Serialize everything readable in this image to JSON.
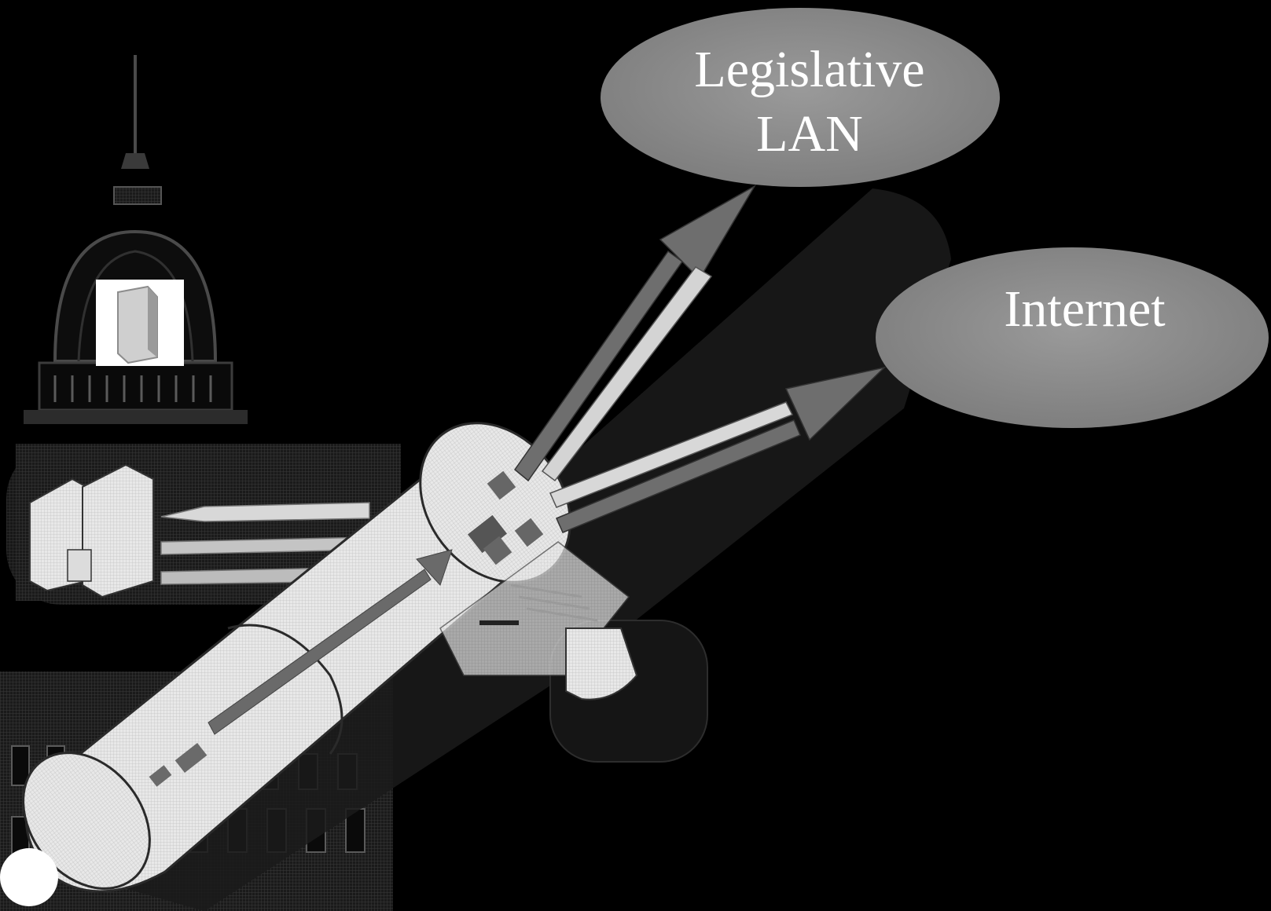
{
  "nodes": {
    "legislative_lan": {
      "line1": "Legislative",
      "line2": "LAN"
    },
    "internet": {
      "label": "Internet"
    }
  },
  "icons": [
    "capitol-building-icon",
    "server-icon",
    "network-hub-icon",
    "firewall-tube-icon",
    "modem-icon"
  ],
  "colors": {
    "background": "#000000",
    "bubble_fill": "#8a8a8a",
    "tube_fill": "#e6e6e6",
    "arrow_dark": "#6e6e6e",
    "arrow_light": "#d0d0d0"
  }
}
